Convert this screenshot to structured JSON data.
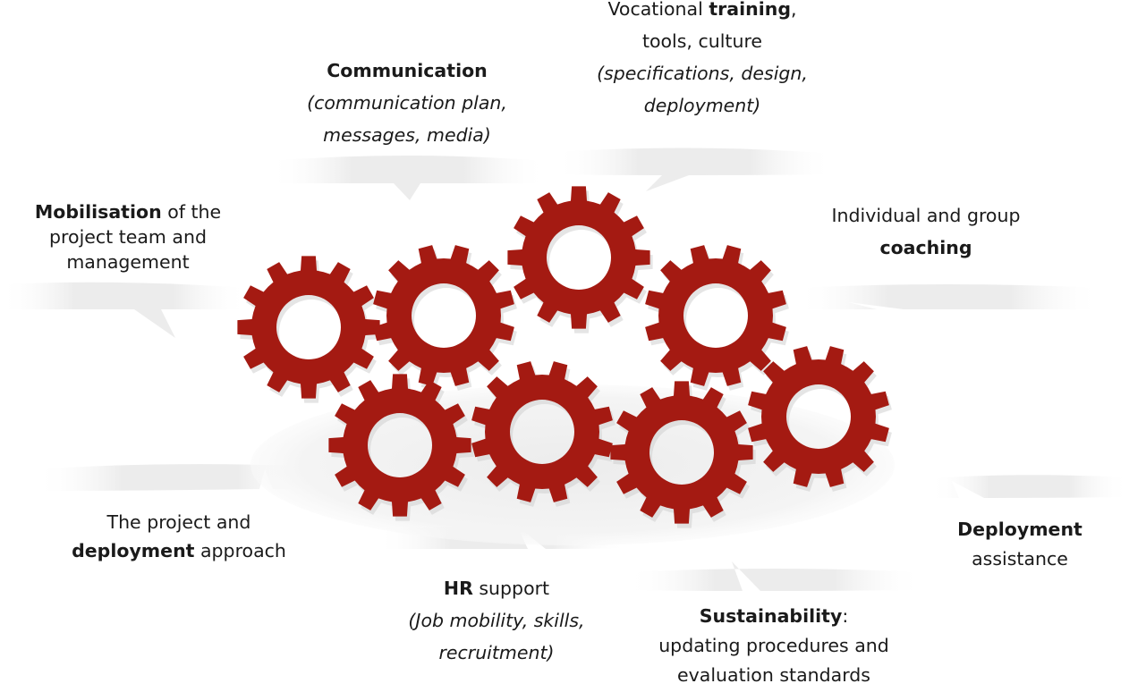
{
  "colors": {
    "gear_fill": "#a41a12",
    "gear_shadow": "#d0d0d0",
    "bubble_fill": "#eeeeee",
    "text": "#1a1a1a",
    "background": "#ffffff"
  },
  "gears": [
    {
      "name": "gear-1"
    },
    {
      "name": "gear-2"
    },
    {
      "name": "gear-3"
    },
    {
      "name": "gear-4"
    },
    {
      "name": "gear-5"
    },
    {
      "name": "gear-6"
    },
    {
      "name": "gear-7"
    },
    {
      "name": "gear-8"
    }
  ],
  "labels": {
    "communication": {
      "bold": "Communication",
      "italic_1": "(communication plan,",
      "italic_2": "messages, media)"
    },
    "training": {
      "pre": "Vocational ",
      "bold": "training",
      "post": ",",
      "line2": "tools, culture",
      "italic_1": "(specifications, design,",
      "italic_2": "deployment)"
    },
    "mobilisation": {
      "bold": "Mobilisation",
      "post": " of the",
      "line2": "project team and",
      "line3": "management"
    },
    "coaching": {
      "line1": "Individual and group",
      "bold": "coaching"
    },
    "approach": {
      "line1": "The project and",
      "bold": "deployment",
      "post": " approach"
    },
    "deployment": {
      "bold": "Deployment",
      "line2": "assistance"
    },
    "hr": {
      "bold": "HR",
      "post": " support",
      "italic_1": "(Job mobility, skills,",
      "italic_2": "recruitment)"
    },
    "sustainability": {
      "bold": "Sustainability",
      "post": ":",
      "line2": "updating procedures and",
      "line3": "evaluation standards"
    }
  }
}
